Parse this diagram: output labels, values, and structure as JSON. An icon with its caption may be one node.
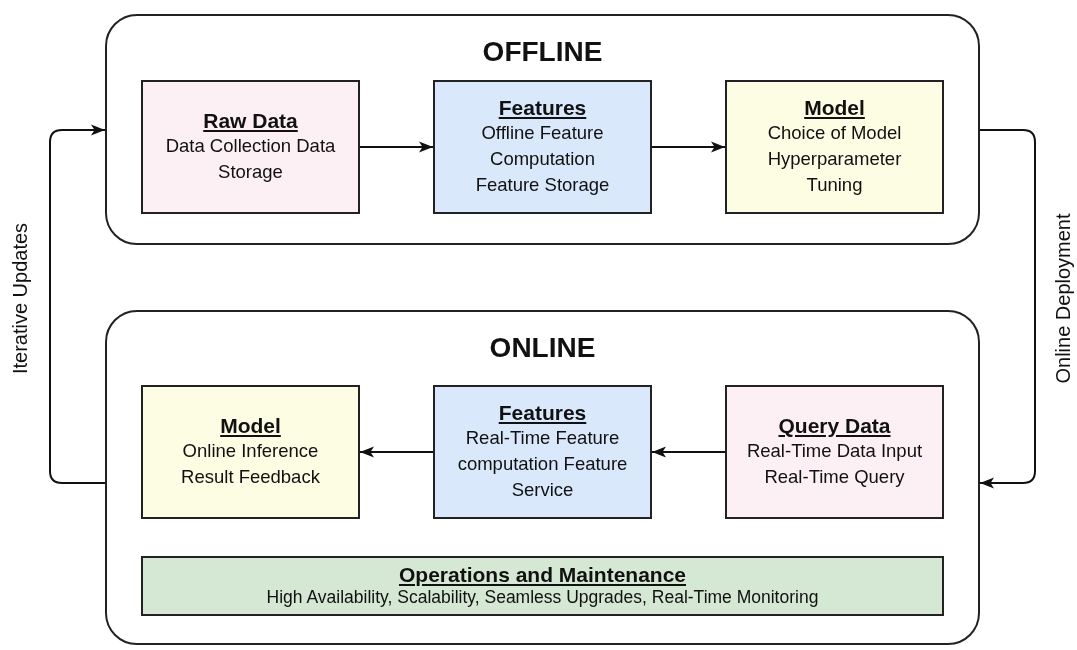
{
  "diagram": {
    "nodes": [
      {
        "text": [
          "OFFLINE"
        ]
      },
      {
        "text": [
          "Raw Data",
          "Data Collection Data Storage"
        ],
        "in": 0
      },
      {
        "text": [
          "Features",
          "Offline Feature Computation Feature Storage"
        ],
        "in": 0
      },
      {
        "text": [
          "Model",
          "Choice of Model Hyperparameter Tuning"
        ],
        "in": 0
      },
      {
        "text": [
          "ONLINE"
        ]
      },
      {
        "text": [
          "Model",
          "Online Inference Result Feedback"
        ],
        "in": 4
      },
      {
        "text": [
          "Features",
          "Real-Time Feature computation Feature Service"
        ],
        "in": 4
      },
      {
        "text": [
          "Query Data",
          "Real-Time Data Input Real-Time Query"
        ],
        "in": 4
      },
      {
        "text": [
          "Operations and Maintenance",
          "High Availability, Scalability, Seamless Upgrades, Real-Time Monitoring"
        ],
        "in": 4
      }
    ],
    "edges": [
      {
        "from": 1,
        "to": 2,
        "arrow": "to"
      },
      {
        "from": 2,
        "to": 3,
        "arrow": "to"
      },
      {
        "from": 0,
        "to": 4,
        "arrow": "to",
        "label": "Online Deployment"
      },
      {
        "from": 7,
        "to": 6,
        "arrow": "to"
      },
      {
        "from": 6,
        "to": 5,
        "arrow": "to"
      },
      {
        "from": 4,
        "to": 0,
        "arrow": "to",
        "label": "Iterative Updates"
      }
    ]
  }
}
